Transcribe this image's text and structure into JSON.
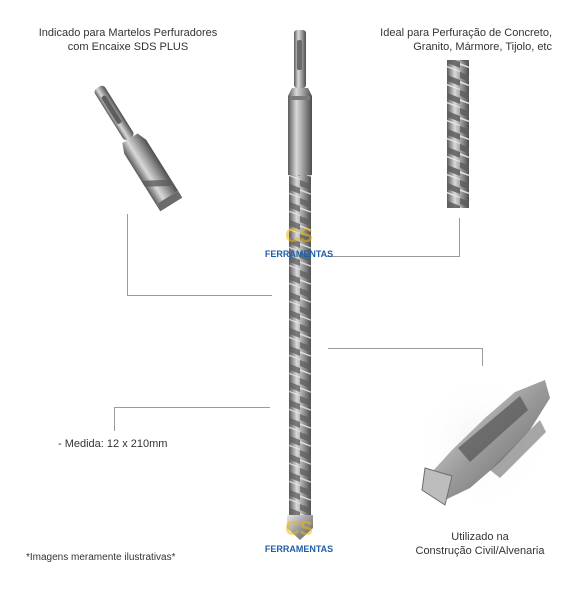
{
  "captions": {
    "shank": [
      "Indicado para Martelos Perfuradores",
      "com Encaixe SDS PLUS"
    ],
    "material": [
      "Ideal para Perfuração de Concreto,",
      "Granito, Mármore, Tijolo, etc"
    ],
    "size": "- Medida: 12 x 210mm",
    "use": [
      "Utilizado na",
      "Construção Civil/Alvenaria"
    ],
    "disclaimer": "*Imagens meramente ilustrativas*"
  },
  "watermark": {
    "letters": "CS",
    "word": "FERRAMENTAS",
    "color_primary": "#1f5fa8",
    "color_accent": "#f2b705"
  },
  "colors": {
    "line": "#9a9a9a",
    "steel_dark": "#4a4a4a",
    "steel_mid": "#8d8d8d",
    "steel_light": "#e2e2e2"
  }
}
